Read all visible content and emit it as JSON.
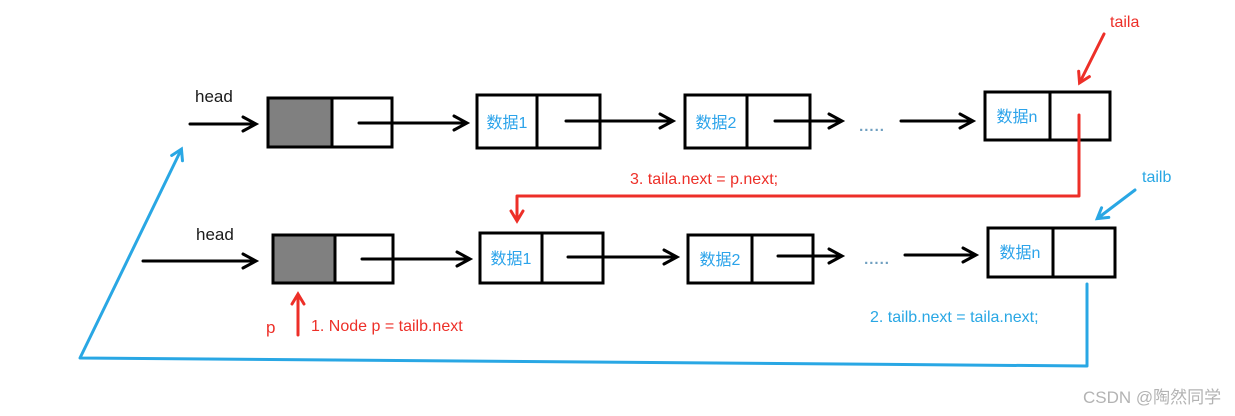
{
  "lists": {
    "a": {
      "head_label": "head",
      "nodes": [
        "数据1",
        "数据2",
        "数据n"
      ],
      "ellipsis": ".....",
      "tail_label": "taila"
    },
    "b": {
      "head_label": "head",
      "nodes": [
        "数据1",
        "数据2",
        "数据n"
      ],
      "ellipsis": ".....",
      "tail_label": "tailb"
    }
  },
  "steps": {
    "p_label": "p",
    "step1": "1. Node p = tailb.next",
    "step2": "2. tailb.next = taila.next;",
    "step3": "3. taila.next = p.next;"
  },
  "watermark": "CSDN @陶然同学",
  "colors": {
    "black": "#000000",
    "red": "#ed2f28",
    "blue": "#29a7e4",
    "node_text_blue": "#2ba3ea",
    "gray_fill": "#808080",
    "dots": "#6f9fc0",
    "watermark_gray": "#b3b3b3",
    "background": "#ffffff"
  }
}
